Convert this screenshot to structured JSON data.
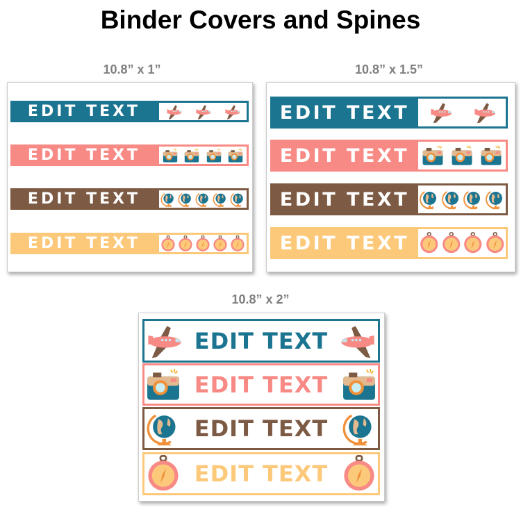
{
  "title": "Binder Covers and Spines",
  "colors": {
    "teal": "#1b7490",
    "salmon": "#f88a85",
    "brown": "#7d5a43",
    "yellow": "#fcc97b"
  },
  "panels": [
    {
      "label": "10.8” x 1”",
      "strips": [
        {
          "text": "EDIT TEXT",
          "theme": "teal",
          "icon": "plane-icon",
          "count": 3
        },
        {
          "text": "EDIT TEXT",
          "theme": "salmon",
          "icon": "camera-icon",
          "count": 4
        },
        {
          "text": "EDIT TEXT",
          "theme": "brown",
          "icon": "globe-icon",
          "count": 5
        },
        {
          "text": "EDIT TEXT",
          "theme": "yellow",
          "icon": "compass-icon",
          "count": 5
        }
      ]
    },
    {
      "label": "10.8” x 1.5”",
      "strips": [
        {
          "text": "EDIT TEXT",
          "theme": "teal",
          "icon": "plane-icon",
          "count": 2
        },
        {
          "text": "EDIT TEXT",
          "theme": "salmon",
          "icon": "camera-icon",
          "count": 3
        },
        {
          "text": "EDIT TEXT",
          "theme": "brown",
          "icon": "globe-icon",
          "count": 4
        },
        {
          "text": "EDIT TEXT",
          "theme": "yellow",
          "icon": "compass-icon",
          "count": 4
        }
      ]
    },
    {
      "label": "10.8” x 2”",
      "strips": [
        {
          "text": "EDIT TEXT",
          "theme": "teal",
          "icon": "plane-icon",
          "count": 2
        },
        {
          "text": "EDIT TEXT",
          "theme": "salmon",
          "icon": "camera-icon",
          "count": 2
        },
        {
          "text": "EDIT TEXT",
          "theme": "brown",
          "icon": "globe-icon",
          "count": 2
        },
        {
          "text": "EDIT TEXT",
          "theme": "yellow",
          "icon": "compass-icon",
          "count": 2
        }
      ]
    }
  ]
}
